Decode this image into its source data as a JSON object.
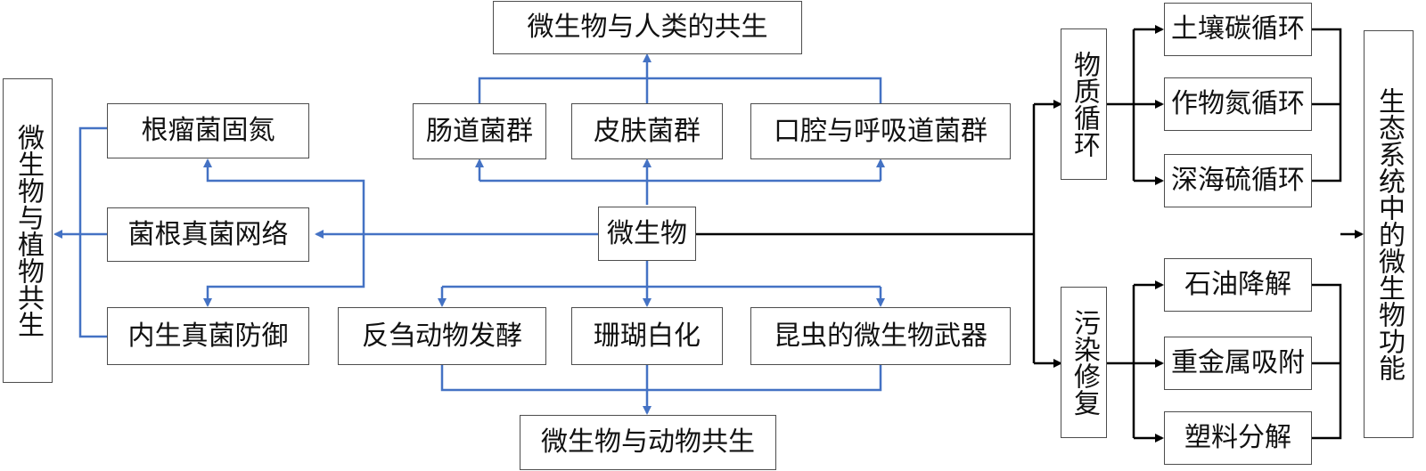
{
  "center": "微生物",
  "human": {
    "title": "微生物与人类的共生",
    "groups": [
      "肠道菌群",
      "皮肤菌群",
      "口腔与呼吸道菌群"
    ]
  },
  "animal": {
    "title": "微生物与动物共生",
    "groups": [
      "反刍动物发酵",
      "珊瑚白化",
      "昆虫的微生物武器"
    ]
  },
  "plant": {
    "title": "微生物与植物共生",
    "groups": [
      "根瘤菌固氮",
      "菌根真菌网络",
      "内生真菌防御"
    ]
  },
  "ecosystem": {
    "title": "生态系统中的微生物功能",
    "cycle": {
      "title": "物质循环",
      "items": [
        "土壤碳循环",
        "作物氮循环",
        "深海硫循环"
      ]
    },
    "remediation": {
      "title": "污染修复",
      "items": [
        "石油降解",
        "重金属吸附",
        "塑料分解"
      ]
    }
  },
  "colors": {
    "blue_line": "#4472c4",
    "black_line": "#000000",
    "border": "#4d4d4d"
  }
}
